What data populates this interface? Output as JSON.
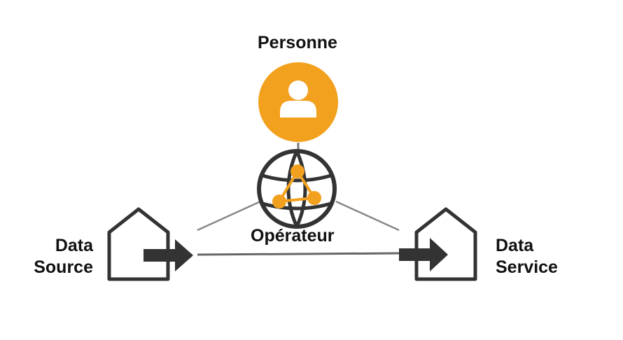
{
  "nodes": {
    "person": {
      "label": "Personne",
      "icon": "user-icon",
      "color": "#F2A11F"
    },
    "operator": {
      "label": "Opérateur",
      "icon": "network-globe-icon",
      "accent": "#F2A11F"
    },
    "source": {
      "line1": "Data",
      "line2": "Source",
      "icon": "house-arrow-icon"
    },
    "service": {
      "line1": "Data",
      "line2": "Service",
      "icon": "house-arrow-icon"
    }
  },
  "colors": {
    "icon_stroke": "#333333",
    "connector": "#888888",
    "accent": "#F2A11F"
  }
}
